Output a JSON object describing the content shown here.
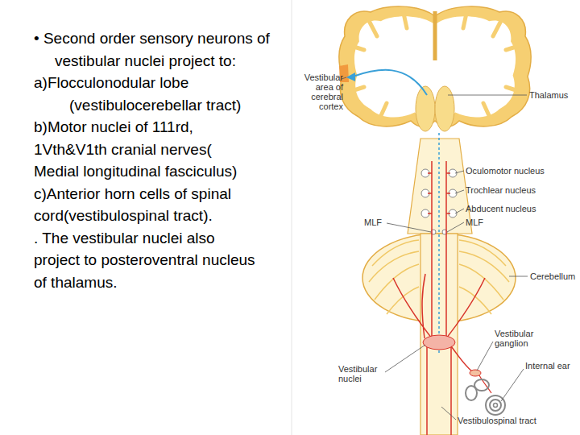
{
  "diagram": {
    "labels": [
      "• Second order sensory neurons of vestibular nuclei project to:",
      "a)Flocculonodular lobe (vestibulocerebellar tract)",
      "b)Motor nuclei of 111rd, 1Vth&V1th cranial nerves( Medial longitudinal fasciculus)",
      "c)Anterior horn cells of spinal cord(vestibulospinal tract).",
      ". The vestibular nuclei also project to posteroventral nucleus of thalamus.",
      "Vestibular area of cerebral cortex",
      "Thalamus",
      "Oculomotor nucleus",
      "Trochlear nucleus",
      "Abducent nucleus",
      "MLF",
      "MLF",
      "Cerebellum",
      "Vestibular ganglion",
      "Internal ear",
      "Vestibular nuclei",
      "Vestibulospinal tract"
    ]
  }
}
